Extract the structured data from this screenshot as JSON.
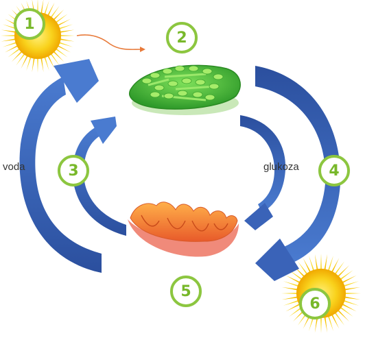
{
  "labels": {
    "water": "voda",
    "glucose": "glukoza"
  },
  "steps": [
    "1",
    "2",
    "3",
    "4",
    "5",
    "6"
  ],
  "colors": {
    "arrow_blue": "#3a63b8",
    "badge_green": "#8cc63f",
    "sun_yellow": "#f6c200",
    "chloroplast_green": "#4cc23a",
    "mitochondrion_orange": "#f47a2a",
    "light_ray": "#e87a3a"
  },
  "icons": [
    "sun-icon",
    "chloroplast-icon",
    "mitochondrion-icon",
    "sun-icon"
  ]
}
